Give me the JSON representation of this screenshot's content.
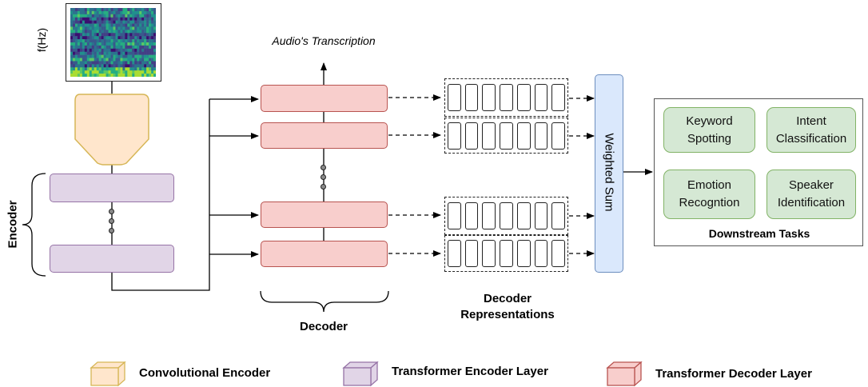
{
  "spectrogram": {
    "axis_label": "f(Hz)"
  },
  "encoder": {
    "label": "Encoder"
  },
  "decoder": {
    "output_label": "Audio's Transcription",
    "label": "Decoder"
  },
  "representations": {
    "label_line1": "Decoder",
    "label_line2": "Representations"
  },
  "weighted_sum": {
    "label": "Weighted Sum"
  },
  "downstream": {
    "title": "Downstream Tasks",
    "tasks": [
      {
        "label": "Keyword\nSpotting"
      },
      {
        "label": "Intent\nClassification"
      },
      {
        "label": "Emotion\nRecogntion"
      },
      {
        "label": "Speaker\nIdentification"
      }
    ]
  },
  "legend": [
    {
      "label": "Convolutional Encoder",
      "fill": "#ffe6cc",
      "stroke": "#d6b656"
    },
    {
      "label": "Transformer Encoder Layer",
      "fill": "#e1d5e7",
      "stroke": "#9673a6"
    },
    {
      "label": "Transformer Decoder Layer",
      "fill": "#f8cecc",
      "stroke": "#b85450"
    }
  ],
  "colors": {
    "conv_fill": "#ffe6cc",
    "conv_stroke": "#d6b656",
    "enc_fill": "#e1d5e7",
    "enc_stroke": "#9673a6",
    "dec_fill": "#f8cecc",
    "dec_stroke": "#b85450",
    "ws_fill": "#dae8fc",
    "ws_stroke": "#6c8ebf",
    "task_fill": "#d5e8d4",
    "task_stroke": "#82b366"
  }
}
